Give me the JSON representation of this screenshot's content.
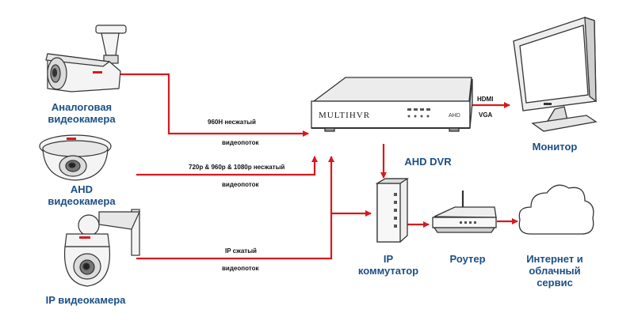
{
  "colors": {
    "wire": "#d7191f",
    "label": "#1a4f86",
    "outline": "#333333",
    "fill_light": "#f4f4f4",
    "fill_mid": "#dcdcdc"
  },
  "devices": {
    "analog_camera": {
      "label_line1": "Аналоговая",
      "label_line2": "видеокамера"
    },
    "ahd_camera": {
      "label_line1": "AHD",
      "label_line2": "видеокамера"
    },
    "ip_camera": {
      "label": "IP видеокамера"
    },
    "dvr": {
      "label": "AHD DVR",
      "brand": "MULTIHVR",
      "badge": "AHD"
    },
    "monitor": {
      "label": "Монитор"
    },
    "switch": {
      "label_line1": "IP",
      "label_line2": "коммутатор"
    },
    "router": {
      "label": "Роутер"
    },
    "cloud": {
      "label_line1": "Интернет и",
      "label_line2": "облачный",
      "label_line3": "сервис"
    }
  },
  "connections": {
    "analog": {
      "line1": "960H несжатый",
      "line2": "видеопоток"
    },
    "ahd": {
      "line1": "720p & 960p & 1080p несжатый",
      "line2": "видеопоток"
    },
    "ip": {
      "line1": "IP  сжатый",
      "line2": "видеопоток"
    },
    "monitor_hdmi": "HDMI",
    "monitor_vga": "VGA"
  }
}
